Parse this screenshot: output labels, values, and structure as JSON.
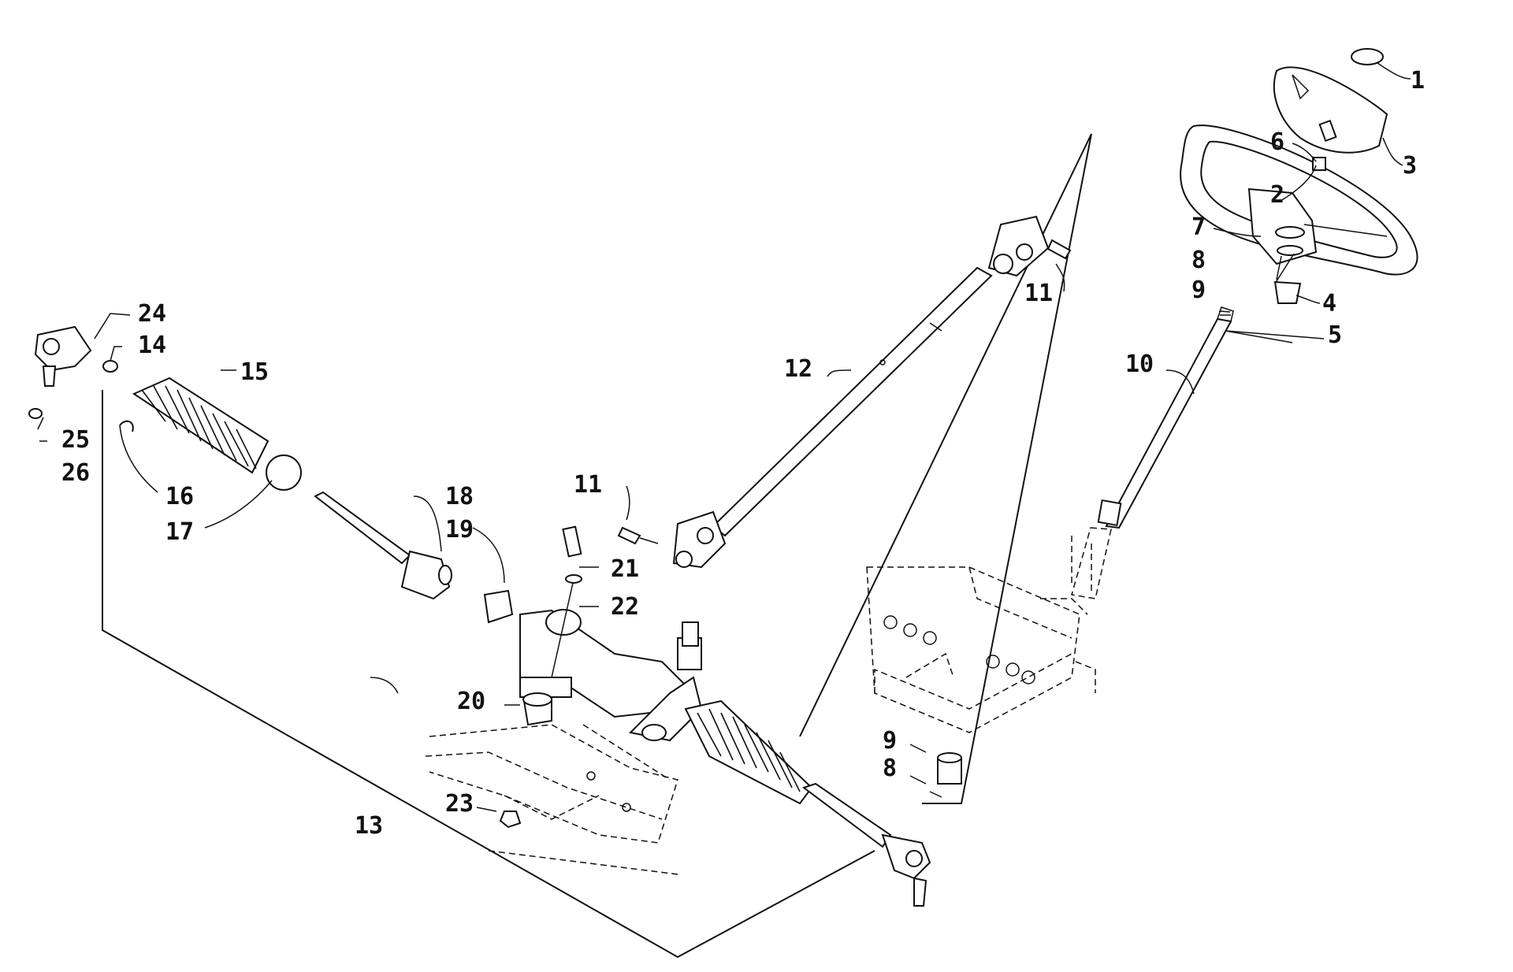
{
  "diagram": {
    "callouts": [
      {
        "id": "c1",
        "text": "1"
      },
      {
        "id": "c2",
        "text": "2"
      },
      {
        "id": "c3",
        "text": "3"
      },
      {
        "id": "c4",
        "text": "4"
      },
      {
        "id": "c5",
        "text": "5"
      },
      {
        "id": "c6",
        "text": "6"
      },
      {
        "id": "c7",
        "text": "7"
      },
      {
        "id": "c8a",
        "text": "8"
      },
      {
        "id": "c9a",
        "text": "9"
      },
      {
        "id": "c10",
        "text": "10"
      },
      {
        "id": "c11a",
        "text": "11"
      },
      {
        "id": "c12",
        "text": "12"
      },
      {
        "id": "c11b",
        "text": "11"
      },
      {
        "id": "c13",
        "text": "13"
      },
      {
        "id": "c14",
        "text": "14"
      },
      {
        "id": "c15",
        "text": "15"
      },
      {
        "id": "c16",
        "text": "16"
      },
      {
        "id": "c17",
        "text": "17"
      },
      {
        "id": "c18",
        "text": "18"
      },
      {
        "id": "c19",
        "text": "19"
      },
      {
        "id": "c20",
        "text": "20"
      },
      {
        "id": "c21",
        "text": "21"
      },
      {
        "id": "c22",
        "text": "22"
      },
      {
        "id": "c23",
        "text": "23"
      },
      {
        "id": "c24",
        "text": "24"
      },
      {
        "id": "c25",
        "text": "25"
      },
      {
        "id": "c26",
        "text": "26"
      },
      {
        "id": "c9b",
        "text": "9"
      },
      {
        "id": "c8b",
        "text": "8"
      }
    ]
  }
}
